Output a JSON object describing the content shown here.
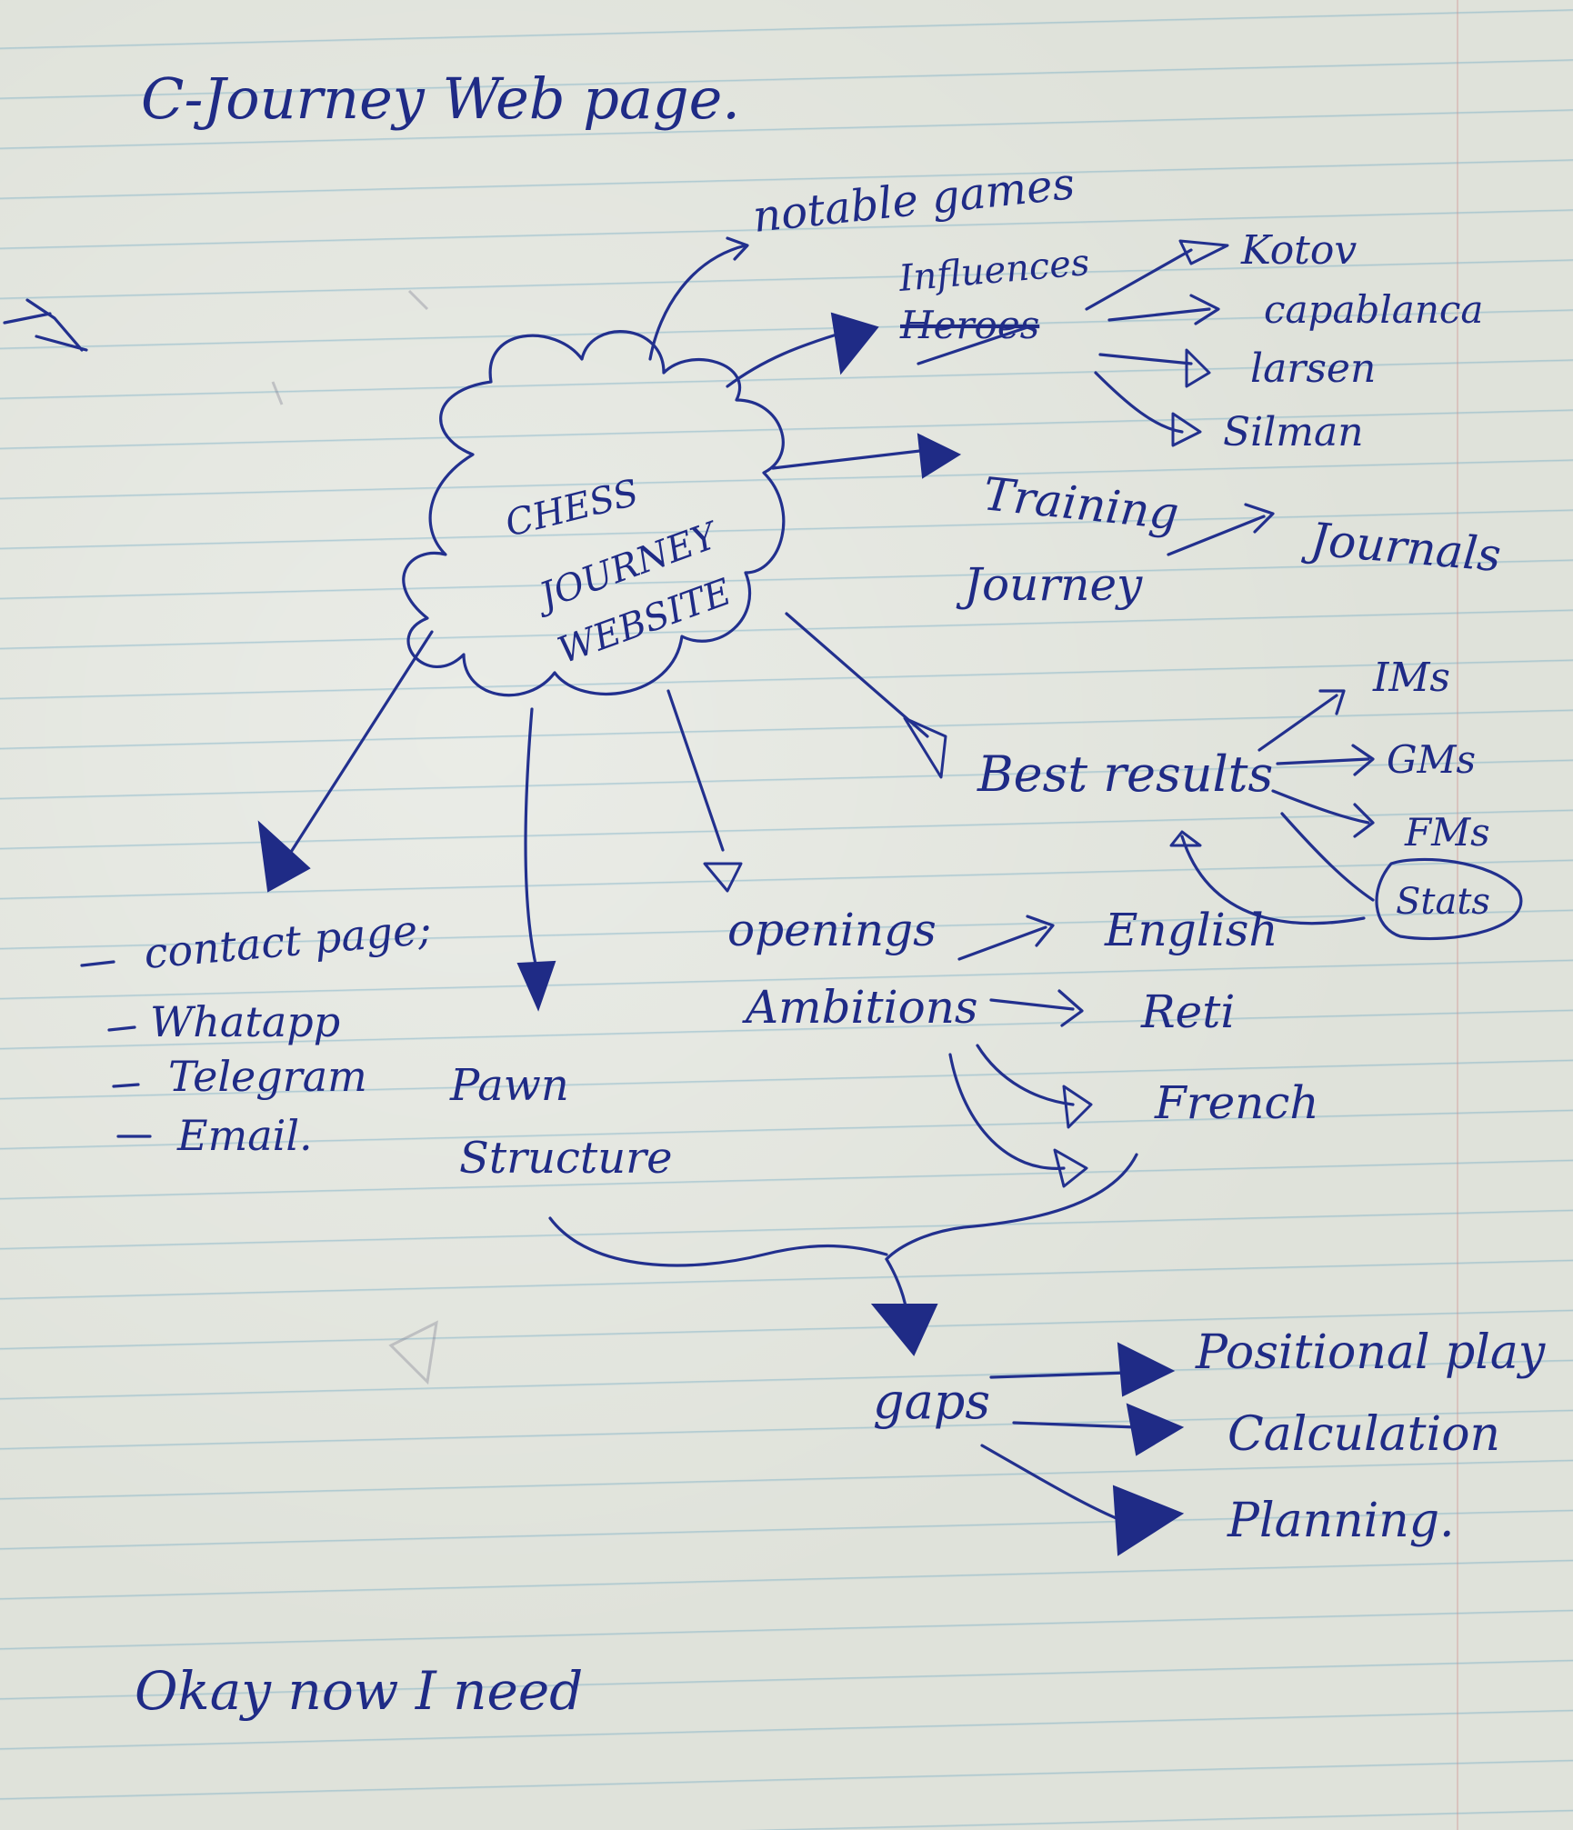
{
  "title": "C-Journey  Web page.",
  "center": {
    "lines": [
      "CHESS",
      "JOURNEY",
      "WEBSITE"
    ]
  },
  "notable_games": "notable  games",
  "influences": {
    "label": "Influences",
    "struck_label": "Heroes",
    "items": [
      "Kotov",
      "capablanca",
      "larsen",
      "Silman"
    ]
  },
  "training": {
    "lines": [
      "Training",
      "Journey"
    ],
    "items": [
      "Journals"
    ]
  },
  "best_results": {
    "label": "Best results",
    "items": [
      "IMs",
      "GMs",
      "FMs",
      "Stats"
    ]
  },
  "openings": {
    "lines": [
      "openings",
      "Ambitions"
    ],
    "items": [
      "English",
      "Reti",
      "French"
    ]
  },
  "pawn": {
    "lines": [
      "Pawn",
      "Structure"
    ]
  },
  "contact": {
    "items": [
      "contact page;",
      "Whatapp",
      "Telegram",
      "Email."
    ]
  },
  "gaps": {
    "label": "gaps",
    "items": [
      "Positional play",
      "Calculation",
      "Planning."
    ]
  },
  "footer": "Okay now   I need",
  "colors": {
    "ink": "#1f2b86",
    "paper": "#dfe2da",
    "rule": "#5fa0be"
  }
}
